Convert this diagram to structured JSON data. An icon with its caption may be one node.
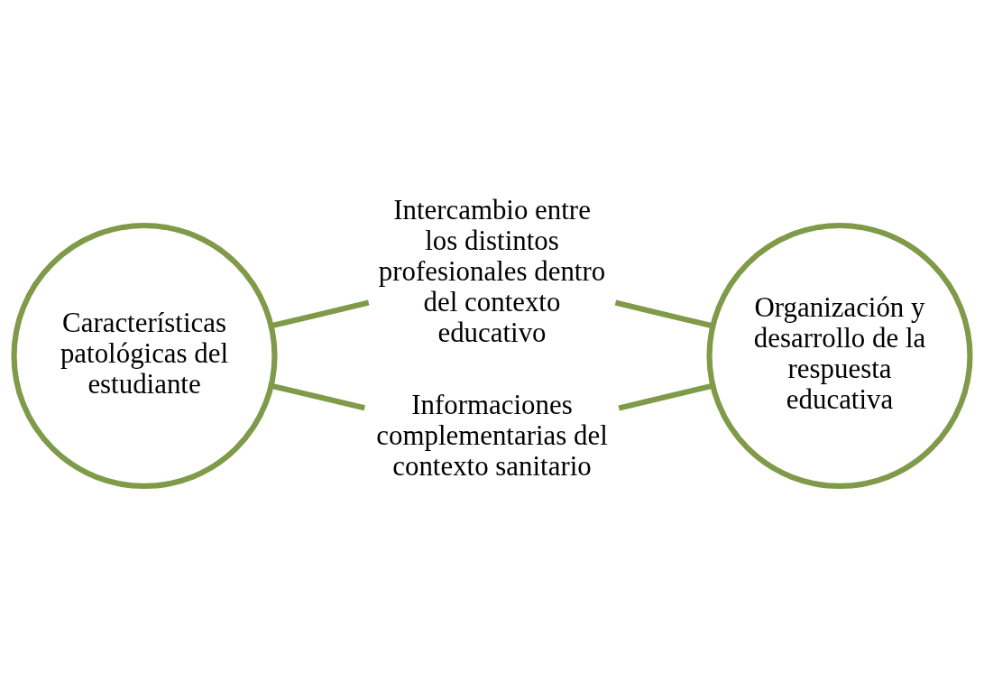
{
  "diagram": {
    "nodes": [
      {
        "text": [
          "Características patológicas del estudiante"
        ]
      },
      {
        "text": [
          "Intercambio entre los distintos profesionales dentro del contexto educativo"
        ]
      },
      {
        "text": [
          "Informaciones complementarias del contexto sanitario"
        ]
      },
      {
        "text": [
          "Organización y desarrollo de la respuesta educativa"
        ]
      }
    ],
    "edges": [
      {
        "from": 0,
        "to": 1,
        "arrow": "none"
      },
      {
        "from": 0,
        "to": 2,
        "arrow": "none"
      },
      {
        "from": 1,
        "to": 3,
        "arrow": "none"
      },
      {
        "from": 2,
        "to": 3,
        "arrow": "none"
      }
    ]
  }
}
